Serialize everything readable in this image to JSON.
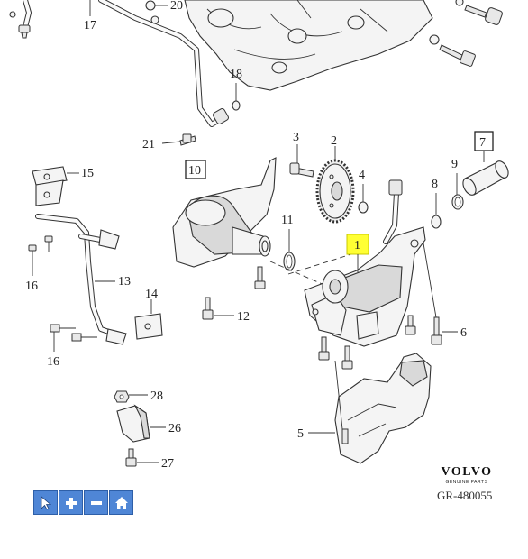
{
  "callouts": {
    "c1": "1",
    "c2": "2",
    "c3": "3",
    "c4": "4",
    "c5": "5",
    "c6": "6",
    "c7": "7",
    "c8": "8",
    "c9": "9",
    "c10": "10",
    "c11": "11",
    "c12": "12",
    "c13": "13",
    "c14": "14",
    "c15": "15",
    "c16a": "16",
    "c16b": "16",
    "c17": "17",
    "c18": "18",
    "c20": "20",
    "c21": "21",
    "c26": "26",
    "c27": "27",
    "c28": "28"
  },
  "brand": {
    "logo": "VOLVO",
    "subtitle": "GENUINE PARTS",
    "reference": "GR-480055"
  },
  "toolbar": {
    "buttons": [
      {
        "icon": "pointer-icon"
      },
      {
        "icon": "zoom-in-icon"
      },
      {
        "icon": "zoom-out-icon"
      },
      {
        "icon": "home-icon"
      }
    ]
  },
  "colors": {
    "highlight": "#ffff33",
    "toolbar": "#4f86d6"
  }
}
